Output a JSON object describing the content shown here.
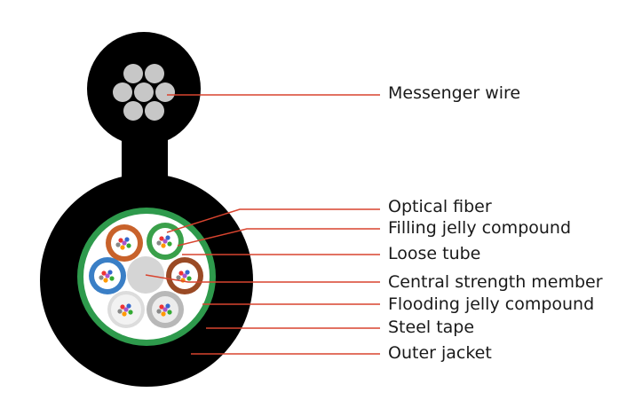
{
  "labels": {
    "messenger_wire": "Messenger wire",
    "optical_fiber": "Optical fiber",
    "filling_jelly": "Filling jelly compound",
    "loose_tube": "Loose tube",
    "central_member": "Central strength member",
    "flooding_jelly": "Flooding jelly compound",
    "steel_tape": "Steel tape",
    "outer_jacket": "Outer jacket"
  },
  "colors": {
    "jacket": "#000000",
    "steel_tape": "#2e9a4c",
    "leader_line": "#d8442f",
    "messenger_strand": "#c7c7c7",
    "tube_orange": "#c8622b",
    "tube_green": "#3aa04a",
    "tube_blue": "#3a7fc6",
    "tube_brown": "#9a4a25",
    "tube_white": "#f2f2f2",
    "tube_grey": "#b8b8b8",
    "central_member": "#d5d5d5"
  }
}
